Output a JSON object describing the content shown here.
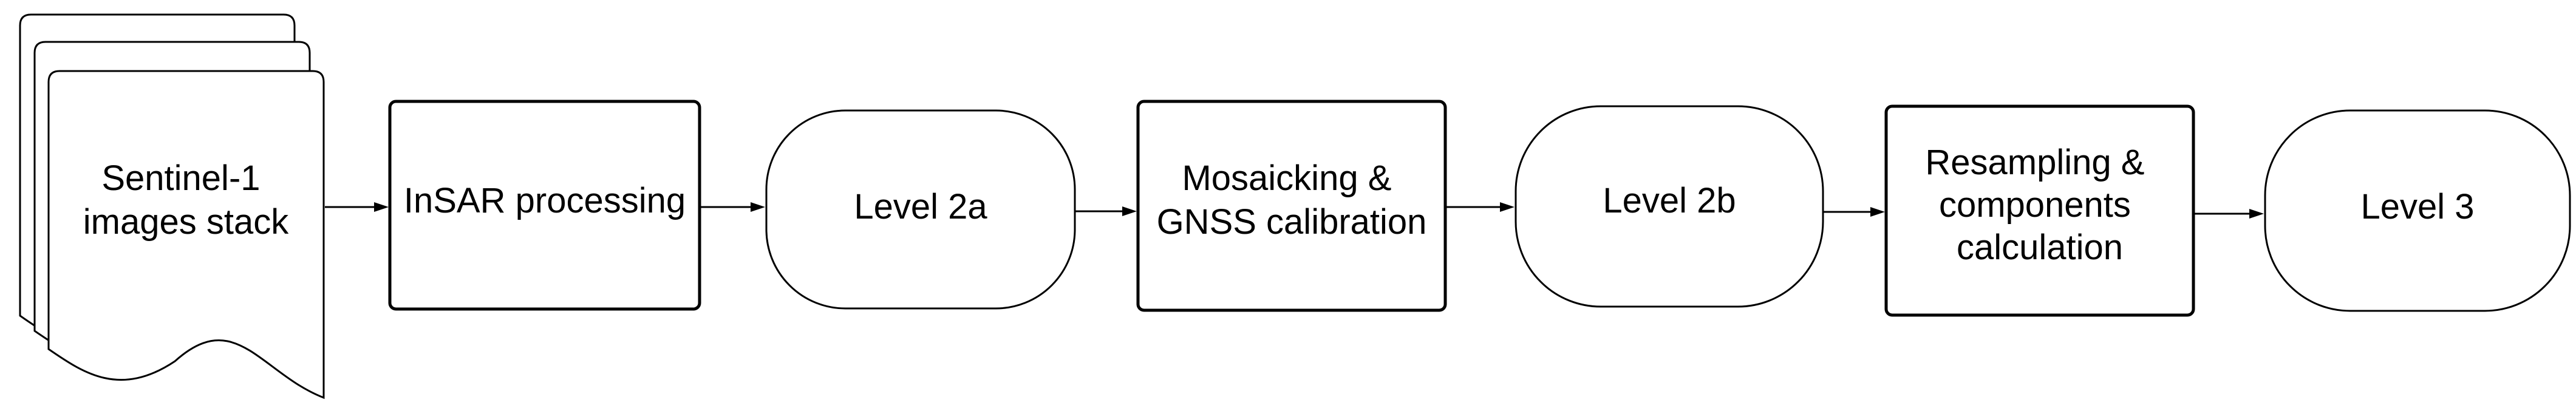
{
  "diagram": {
    "type": "flowchart",
    "direction": "left-to-right",
    "nodes": [
      {
        "id": "input",
        "shape": "multi-document",
        "lines": [
          "Sentinel-1",
          "images stack"
        ]
      },
      {
        "id": "insar",
        "shape": "process",
        "lines": [
          "InSAR processing"
        ]
      },
      {
        "id": "level2a",
        "shape": "terminator",
        "lines": [
          "Level 2a"
        ]
      },
      {
        "id": "mosaic",
        "shape": "process",
        "lines": [
          "Mosaicking &",
          "GNSS calibration"
        ]
      },
      {
        "id": "level2b",
        "shape": "terminator",
        "lines": [
          "Level 2b"
        ]
      },
      {
        "id": "resample",
        "shape": "process",
        "lines": [
          "Resampling &",
          "components",
          "calculation"
        ]
      },
      {
        "id": "level3",
        "shape": "terminator",
        "lines": [
          "Level 3"
        ]
      }
    ],
    "edges": [
      {
        "from": "input",
        "to": "insar"
      },
      {
        "from": "insar",
        "to": "level2a"
      },
      {
        "from": "level2a",
        "to": "mosaic"
      },
      {
        "from": "mosaic",
        "to": "level2b"
      },
      {
        "from": "level2b",
        "to": "resample"
      },
      {
        "from": "resample",
        "to": "level3"
      }
    ]
  },
  "colors": {
    "stroke": "#000000",
    "fill": "#ffffff",
    "text": "#000000",
    "background": "#ffffff"
  }
}
